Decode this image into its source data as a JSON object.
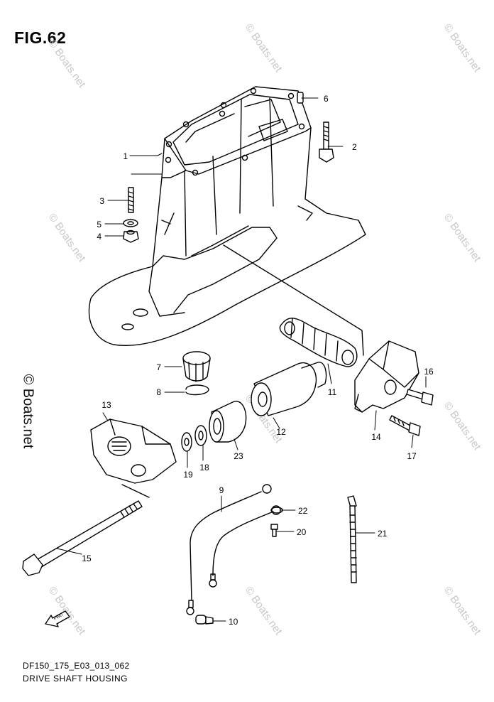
{
  "figure": {
    "title": "FIG.62",
    "drawing_code": "DF150_175_E03_013_062",
    "drawing_name": "DRIVE SHAFT HOUSING"
  },
  "watermark": {
    "text": "© Boats.net",
    "side_text": "© Boats.net"
  },
  "callouts": [
    "1",
    "2",
    "3",
    "4",
    "5",
    "6",
    "7",
    "8",
    "9",
    "10",
    "11",
    "12",
    "13",
    "14",
    "15",
    "16",
    "17",
    "18",
    "19",
    "20",
    "21",
    "22",
    "23"
  ],
  "fwd_label": "FWD"
}
